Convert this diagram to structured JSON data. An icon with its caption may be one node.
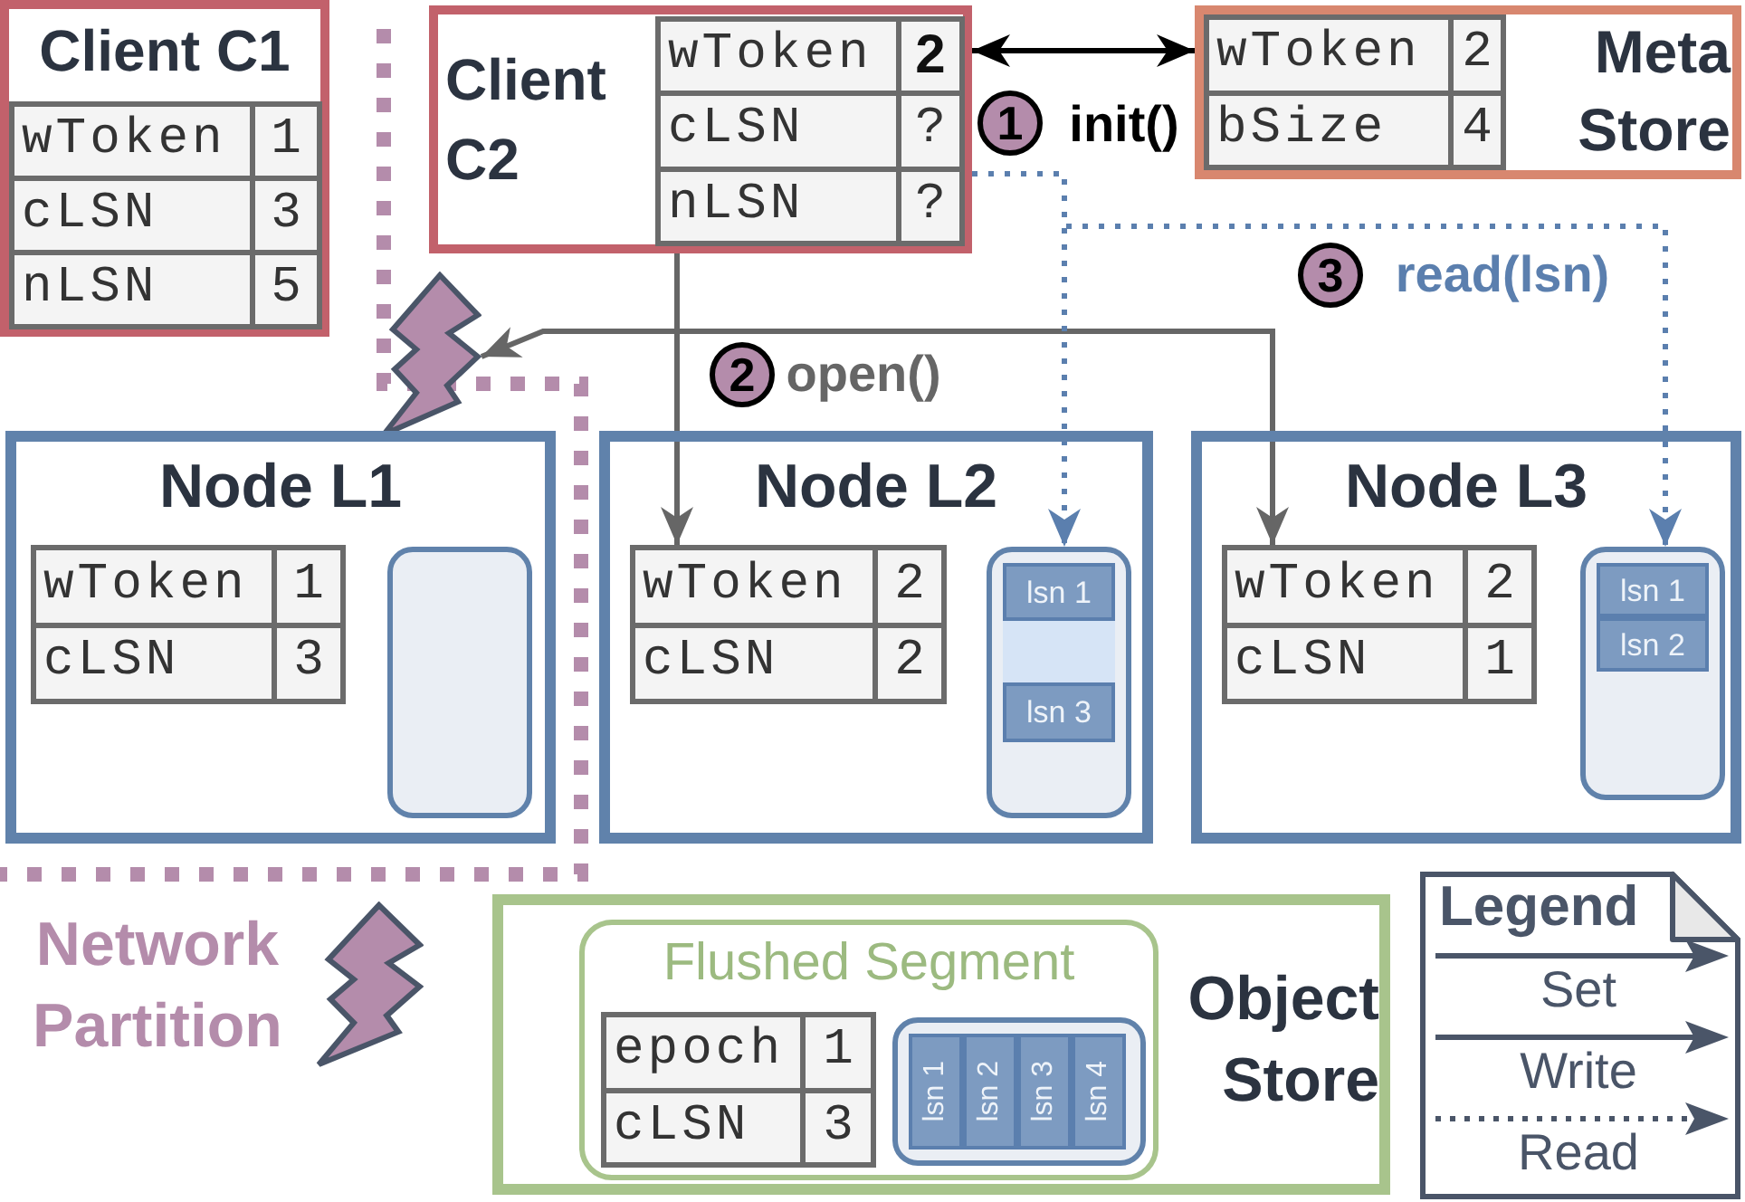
{
  "diagram": {
    "nodes": [
      {
        "text": [
          "Client C1"
        ]
      },
      {
        "text": [
          "wToken",
          "1",
          "cLSN",
          "3",
          "nLSN",
          "5"
        ],
        "in": 0
      },
      {
        "text": [
          "Client C2"
        ]
      },
      {
        "text": [
          "wToken",
          "2",
          "cLSN",
          "?",
          "nLSN",
          "?"
        ],
        "in": 2
      },
      {
        "text": [
          "Meta Store"
        ]
      },
      {
        "text": [
          "wToken",
          "2",
          "bSize",
          "4"
        ],
        "in": 4
      },
      {
        "text": [],
        "shape": "lightning"
      },
      {
        "text": [
          "Node L1"
        ]
      },
      {
        "text": [
          "wToken",
          "1",
          "cLSN",
          "3"
        ],
        "in": 7
      },
      {
        "text": [],
        "shape": "box",
        "in": 7
      },
      {
        "text": [
          "Node L2"
        ]
      },
      {
        "text": [
          "wToken",
          "2",
          "cLSN",
          "2"
        ],
        "in": 10
      },
      {
        "text": [],
        "shape": "box",
        "in": 10
      },
      {
        "text": [
          "lsn 1"
        ],
        "in": 12
      },
      {
        "text": [],
        "shape": "box",
        "in": 12
      },
      {
        "text": [
          "lsn 3"
        ],
        "in": 12
      },
      {
        "text": [
          "Node L3"
        ]
      },
      {
        "text": [
          "wToken",
          "2",
          "cLSN",
          "1"
        ],
        "in": 16
      },
      {
        "text": [],
        "shape": "box",
        "in": 16
      },
      {
        "text": [
          "lsn 1"
        ],
        "in": 18
      },
      {
        "text": [
          "lsn 2"
        ],
        "in": 18
      },
      {
        "text": [
          "Object Store"
        ]
      },
      {
        "text": [
          "Flushed Segment"
        ],
        "in": 21
      },
      {
        "text": [
          "epoch",
          "1",
          "cLSN",
          "3"
        ],
        "in": 22
      },
      {
        "text": [],
        "shape": "box",
        "in": 22
      },
      {
        "text": [
          "lsn 1"
        ],
        "in": 24
      },
      {
        "text": [
          "lsn 2"
        ],
        "in": 24
      },
      {
        "text": [
          "lsn 3"
        ],
        "in": 24
      },
      {
        "text": [
          "lsn 4"
        ],
        "in": 24
      }
    ],
    "edges": [
      {
        "from": 2,
        "to": 4,
        "arrow": "both",
        "label": "init()",
        "color": "#000000"
      },
      {
        "from": 2,
        "to": 6,
        "arrow": "to"
      },
      {
        "from": 2,
        "to": 11,
        "arrow": "to"
      },
      {
        "from": 2,
        "to": 17,
        "arrow": "to",
        "label": "open()"
      },
      {
        "from": 2,
        "to": 12,
        "arrow": "to",
        "style": "dashed",
        "color": "#5b7fae"
      },
      {
        "from": 2,
        "to": 18,
        "arrow": "to",
        "label": "read(lsn)",
        "style": "dashed",
        "color": "#5b7fae"
      }
    ],
    "labels": [
      "1",
      "3",
      "2",
      "Network Partition",
      "Legend"
    ],
    "legend": [
      {
        "text": "Set"
      },
      {
        "text": "Write"
      },
      {
        "text": "Read"
      }
    ]
  }
}
